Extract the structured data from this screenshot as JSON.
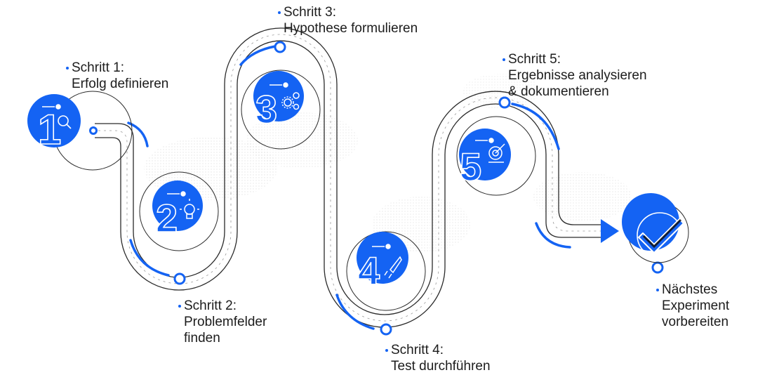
{
  "accent_color": "#1463f3",
  "line_color": "#2a2a2a",
  "steps": [
    {
      "number": "1",
      "icon": "magnifier-icon",
      "title": "Schritt 1:",
      "subtitle": "Erfolg definieren"
    },
    {
      "number": "2",
      "icon": "lightbulb-icon",
      "title": "Schritt 2:",
      "subtitle": "Problemfelder",
      "subtitle2": "finden"
    },
    {
      "number": "3",
      "icon": "gears-icon",
      "title": "Schritt 3:",
      "subtitle": "Hypothese formulieren"
    },
    {
      "number": "4",
      "icon": "rocket-icon",
      "title": "Schritt 4:",
      "subtitle": "Test durchführen"
    },
    {
      "number": "5",
      "icon": "target-icon",
      "title": "Schritt 5:",
      "subtitle": "Ergebnisse analysieren",
      "subtitle2": "& dokumentieren"
    }
  ],
  "final": {
    "icon": "checkmark-icon",
    "line1": "Nächstes",
    "line2": "Experiment",
    "line3": "vorbereiten"
  }
}
